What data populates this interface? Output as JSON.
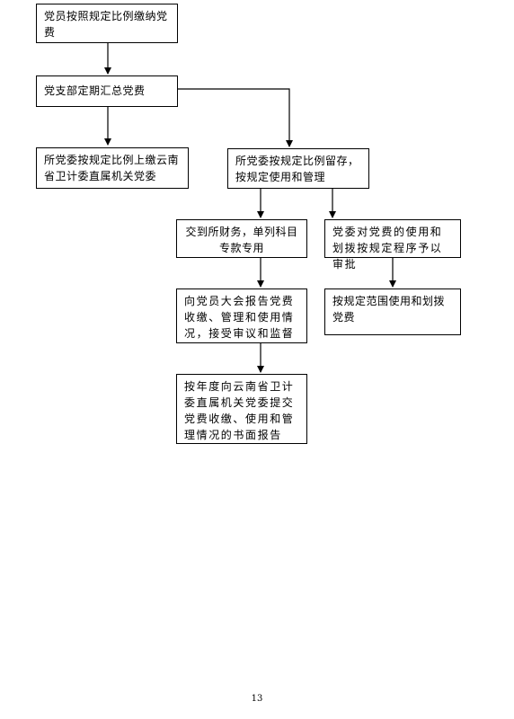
{
  "flow": {
    "step1": "党员按照规定比例缴纳党费",
    "step2": "党支部定期汇总党费",
    "step3_left": "所党委按规定比例上缴云南省卫计委直属机关党委",
    "step3_right": "所党委按规定比例留存，按规定使用和管理",
    "step4_left": "交到所财务，单列科目专款专用",
    "step4_right": "党委对党费的使用和划拨按规定程序予以审批",
    "step5_left": "向党员大会报告党费收缴、管理和使用情况，接受审议和监督",
    "step5_right": "按规定范围使用和划拨党费",
    "step6_left": "按年度向云南省卫计委直属机关党委提交党费收缴、使用和管理情况的书面报告"
  },
  "page_number": "13"
}
